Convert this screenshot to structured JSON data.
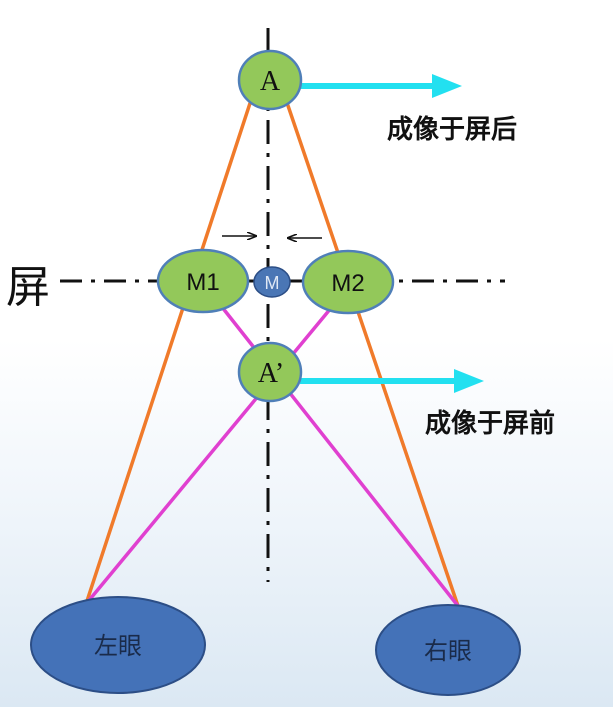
{
  "screen_label": "屏",
  "points": {
    "A": "A",
    "A_prime": "A’",
    "M1": "M1",
    "M2": "M2",
    "M": "M"
  },
  "annotations": {
    "behind_screen": "成像于屏后",
    "in_front_screen": "成像于屏前"
  },
  "eyes": {
    "left": "左眼",
    "right": "右眼"
  },
  "colors": {
    "node_fill": "#93c85a",
    "node_stroke": "#4f7fb8",
    "eye_fill": "#4472b8",
    "eye_stroke": "#2c4e86",
    "m_fill": "#4a76b5",
    "orange_ray": "#f07a2a",
    "magenta_ray": "#e040d0",
    "cyan_arrow": "#22e0f0",
    "axis_line": "#111111"
  }
}
